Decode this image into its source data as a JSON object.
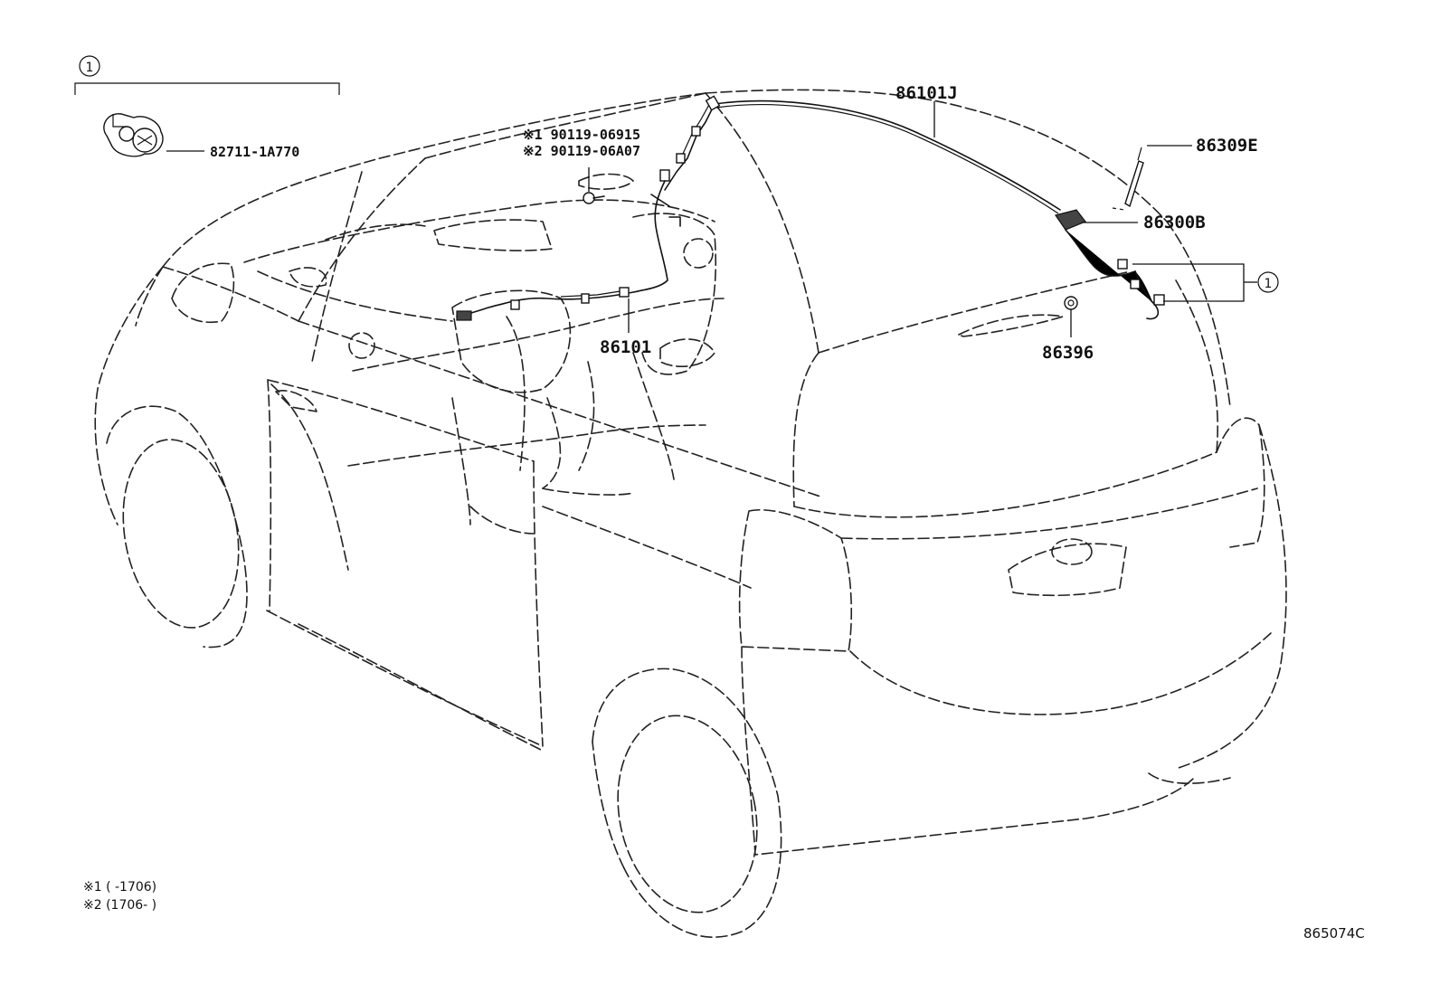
{
  "callout_symbol": "1",
  "labels": {
    "clip_part": "82711-1A770",
    "screw_a": "※1 90119-06915",
    "screw_b": "※2 90119-06A07",
    "harness_roof": "86101J",
    "harness_dash": "86101",
    "antenna_mast": "86309E",
    "antenna_base": "86300B",
    "grommet": "86396"
  },
  "notes": [
    "※1 (     -1706)",
    "※2 (1706-     )"
  ],
  "diagram_code": "865074C"
}
